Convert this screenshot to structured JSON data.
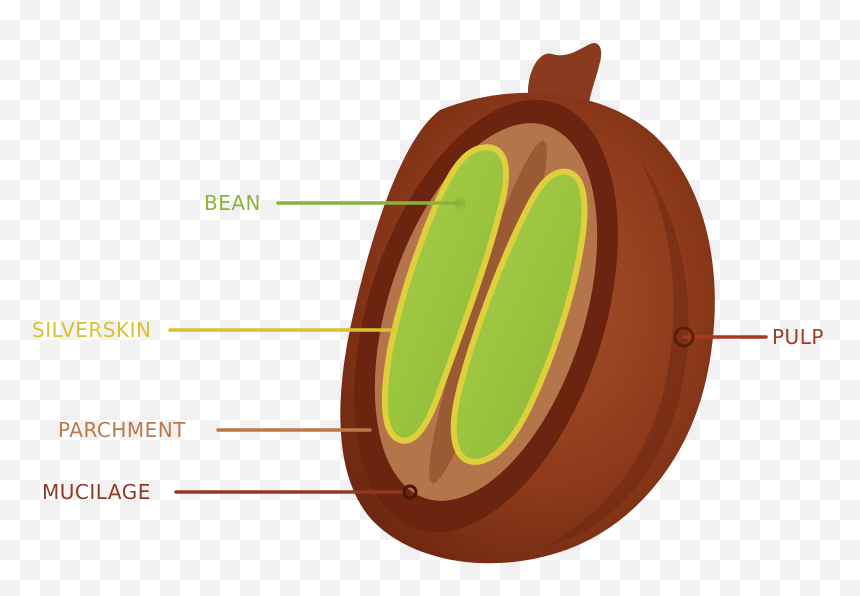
{
  "diagram": {
    "labels": {
      "bean": "BEAN",
      "silverskin": "SILVERSKIN",
      "parchment": "PARCHMENT",
      "mucilage": "MUCILAGE",
      "pulp": "PULP"
    },
    "colors": {
      "bean": "#8bb33c",
      "silverskin": "#d9c22f",
      "parchment": "#b9794a",
      "mucilage": "#8e3a24",
      "pulp": "#a33a22",
      "cherry_skin": "#8a3218",
      "cherry_inner": "#6a2411",
      "bean_fill": "#9cc63d"
    }
  }
}
